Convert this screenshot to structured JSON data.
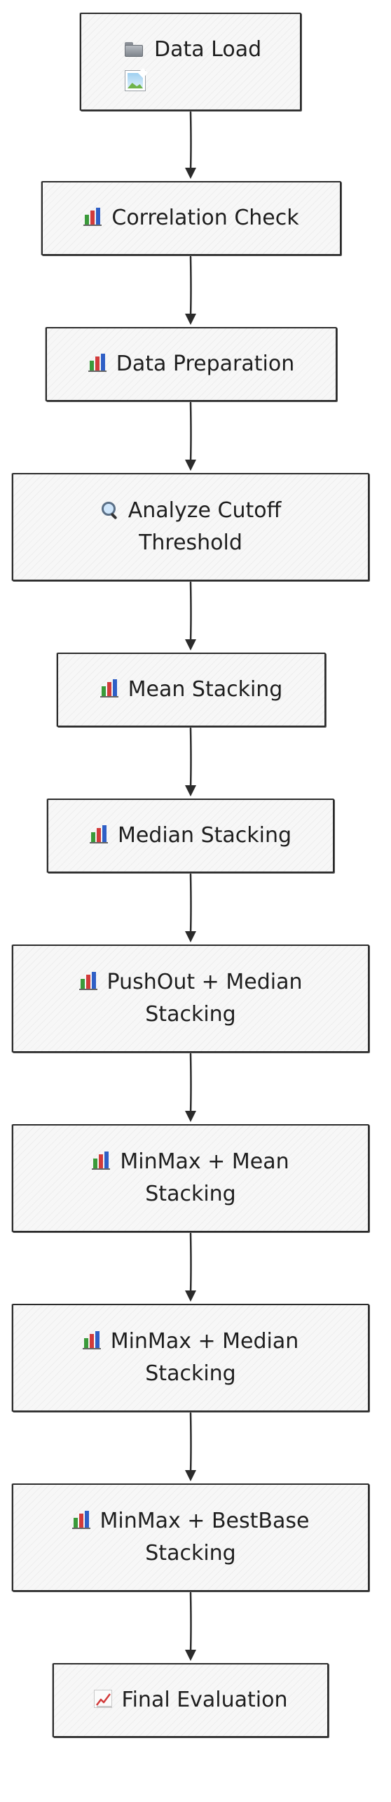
{
  "diagram": {
    "nodes": [
      {
        "id": "data-load",
        "label": "Data Load",
        "icon": "folder-icon",
        "has_image_placeholder": true
      },
      {
        "id": "correlation-check",
        "label": "Correlation Check",
        "icon": "bar-chart-icon"
      },
      {
        "id": "data-preparation",
        "label": "Data Preparation",
        "icon": "bar-chart-icon"
      },
      {
        "id": "analyze-cutoff-threshold",
        "label_line1": "Analyze Cutoff",
        "label_line2": "Threshold",
        "icon": "search-icon"
      },
      {
        "id": "mean-stacking",
        "label": "Mean Stacking",
        "icon": "bar-chart-icon"
      },
      {
        "id": "median-stacking",
        "label": "Median Stacking",
        "icon": "bar-chart-icon"
      },
      {
        "id": "pushout-median-stacking",
        "label_line1": "PushOut + Median",
        "label_line2": "Stacking",
        "icon": "bar-chart-icon"
      },
      {
        "id": "minmax-mean-stacking",
        "label_line1": "MinMax + Mean",
        "label_line2": "Stacking",
        "icon": "bar-chart-icon"
      },
      {
        "id": "minmax-median-stacking",
        "label_line1": "MinMax + Median",
        "label_line2": "Stacking",
        "icon": "bar-chart-icon"
      },
      {
        "id": "minmax-bestbase-stacking",
        "label_line1": "MinMax + BestBase",
        "label_line2": "Stacking",
        "icon": "bar-chart-icon"
      },
      {
        "id": "final-evaluation",
        "label": "Final Evaluation",
        "icon": "line-chart-icon"
      }
    ],
    "edges": [
      [
        "data-load",
        "correlation-check"
      ],
      [
        "correlation-check",
        "data-preparation"
      ],
      [
        "data-preparation",
        "analyze-cutoff-threshold"
      ],
      [
        "analyze-cutoff-threshold",
        "mean-stacking"
      ],
      [
        "mean-stacking",
        "median-stacking"
      ],
      [
        "median-stacking",
        "pushout-median-stacking"
      ],
      [
        "pushout-median-stacking",
        "minmax-mean-stacking"
      ],
      [
        "minmax-mean-stacking",
        "minmax-median-stacking"
      ],
      [
        "minmax-median-stacking",
        "minmax-bestbase-stacking"
      ],
      [
        "minmax-bestbase-stacking",
        "final-evaluation"
      ]
    ],
    "colors": {
      "stroke": "#2b2b2b",
      "fill": "#f7f7f7",
      "text": "#1e1e1e"
    }
  }
}
